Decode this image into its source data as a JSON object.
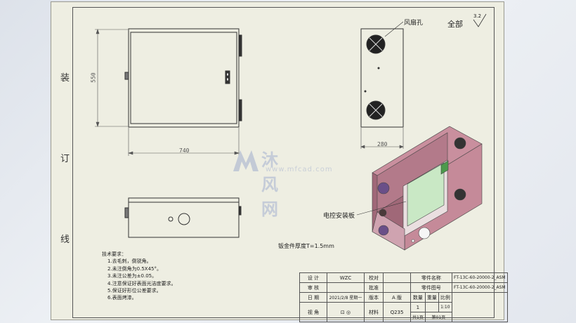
{
  "binding_margin": [
    "装",
    "订",
    "线"
  ],
  "header": {
    "scope_label": "全部",
    "roughness": "3.2"
  },
  "dims": {
    "height": "550",
    "width": "740",
    "depth": "280"
  },
  "callouts": {
    "fan_holes": "风扇孔",
    "mount_plate": "电控安装板"
  },
  "thickness_note": "钣金件厚度T=1.5mm",
  "notes": {
    "title": "技术要求：",
    "items": [
      "1.去毛刺，倒锐角。",
      "2.未注倒角为0.5X45°。",
      "3.未注公差为±0.05。",
      "4.注意保证好表面光洁度要求。",
      "5.保证好形位公差要求。",
      "6.表面烤漆。"
    ]
  },
  "watermark": {
    "brand": "沐风网",
    "url": "www.mfcad.com"
  },
  "title_block": {
    "design_label": "设 计",
    "designer": "WZC",
    "check_label": "校对",
    "review_label": "审 核",
    "approve_label": "批准",
    "date_label": "日 期",
    "date": "2021/2/8 星期一",
    "version_label": "版本",
    "version": "A 版",
    "view_label": "视 角",
    "material_label": "材料",
    "material": "Q235",
    "part_name_label": "零件名称",
    "part_name": "FT-13C-60-20000-2_ASM",
    "drawing_no_label": "零件图号",
    "drawing_no": "FT-13C-60-20000-2_ASM",
    "qty_label": "数量",
    "weight_label": "重量",
    "scale_label": "比例",
    "qty": "1",
    "scale": "1:10",
    "total_pages": "共1页",
    "page": "第01页"
  }
}
